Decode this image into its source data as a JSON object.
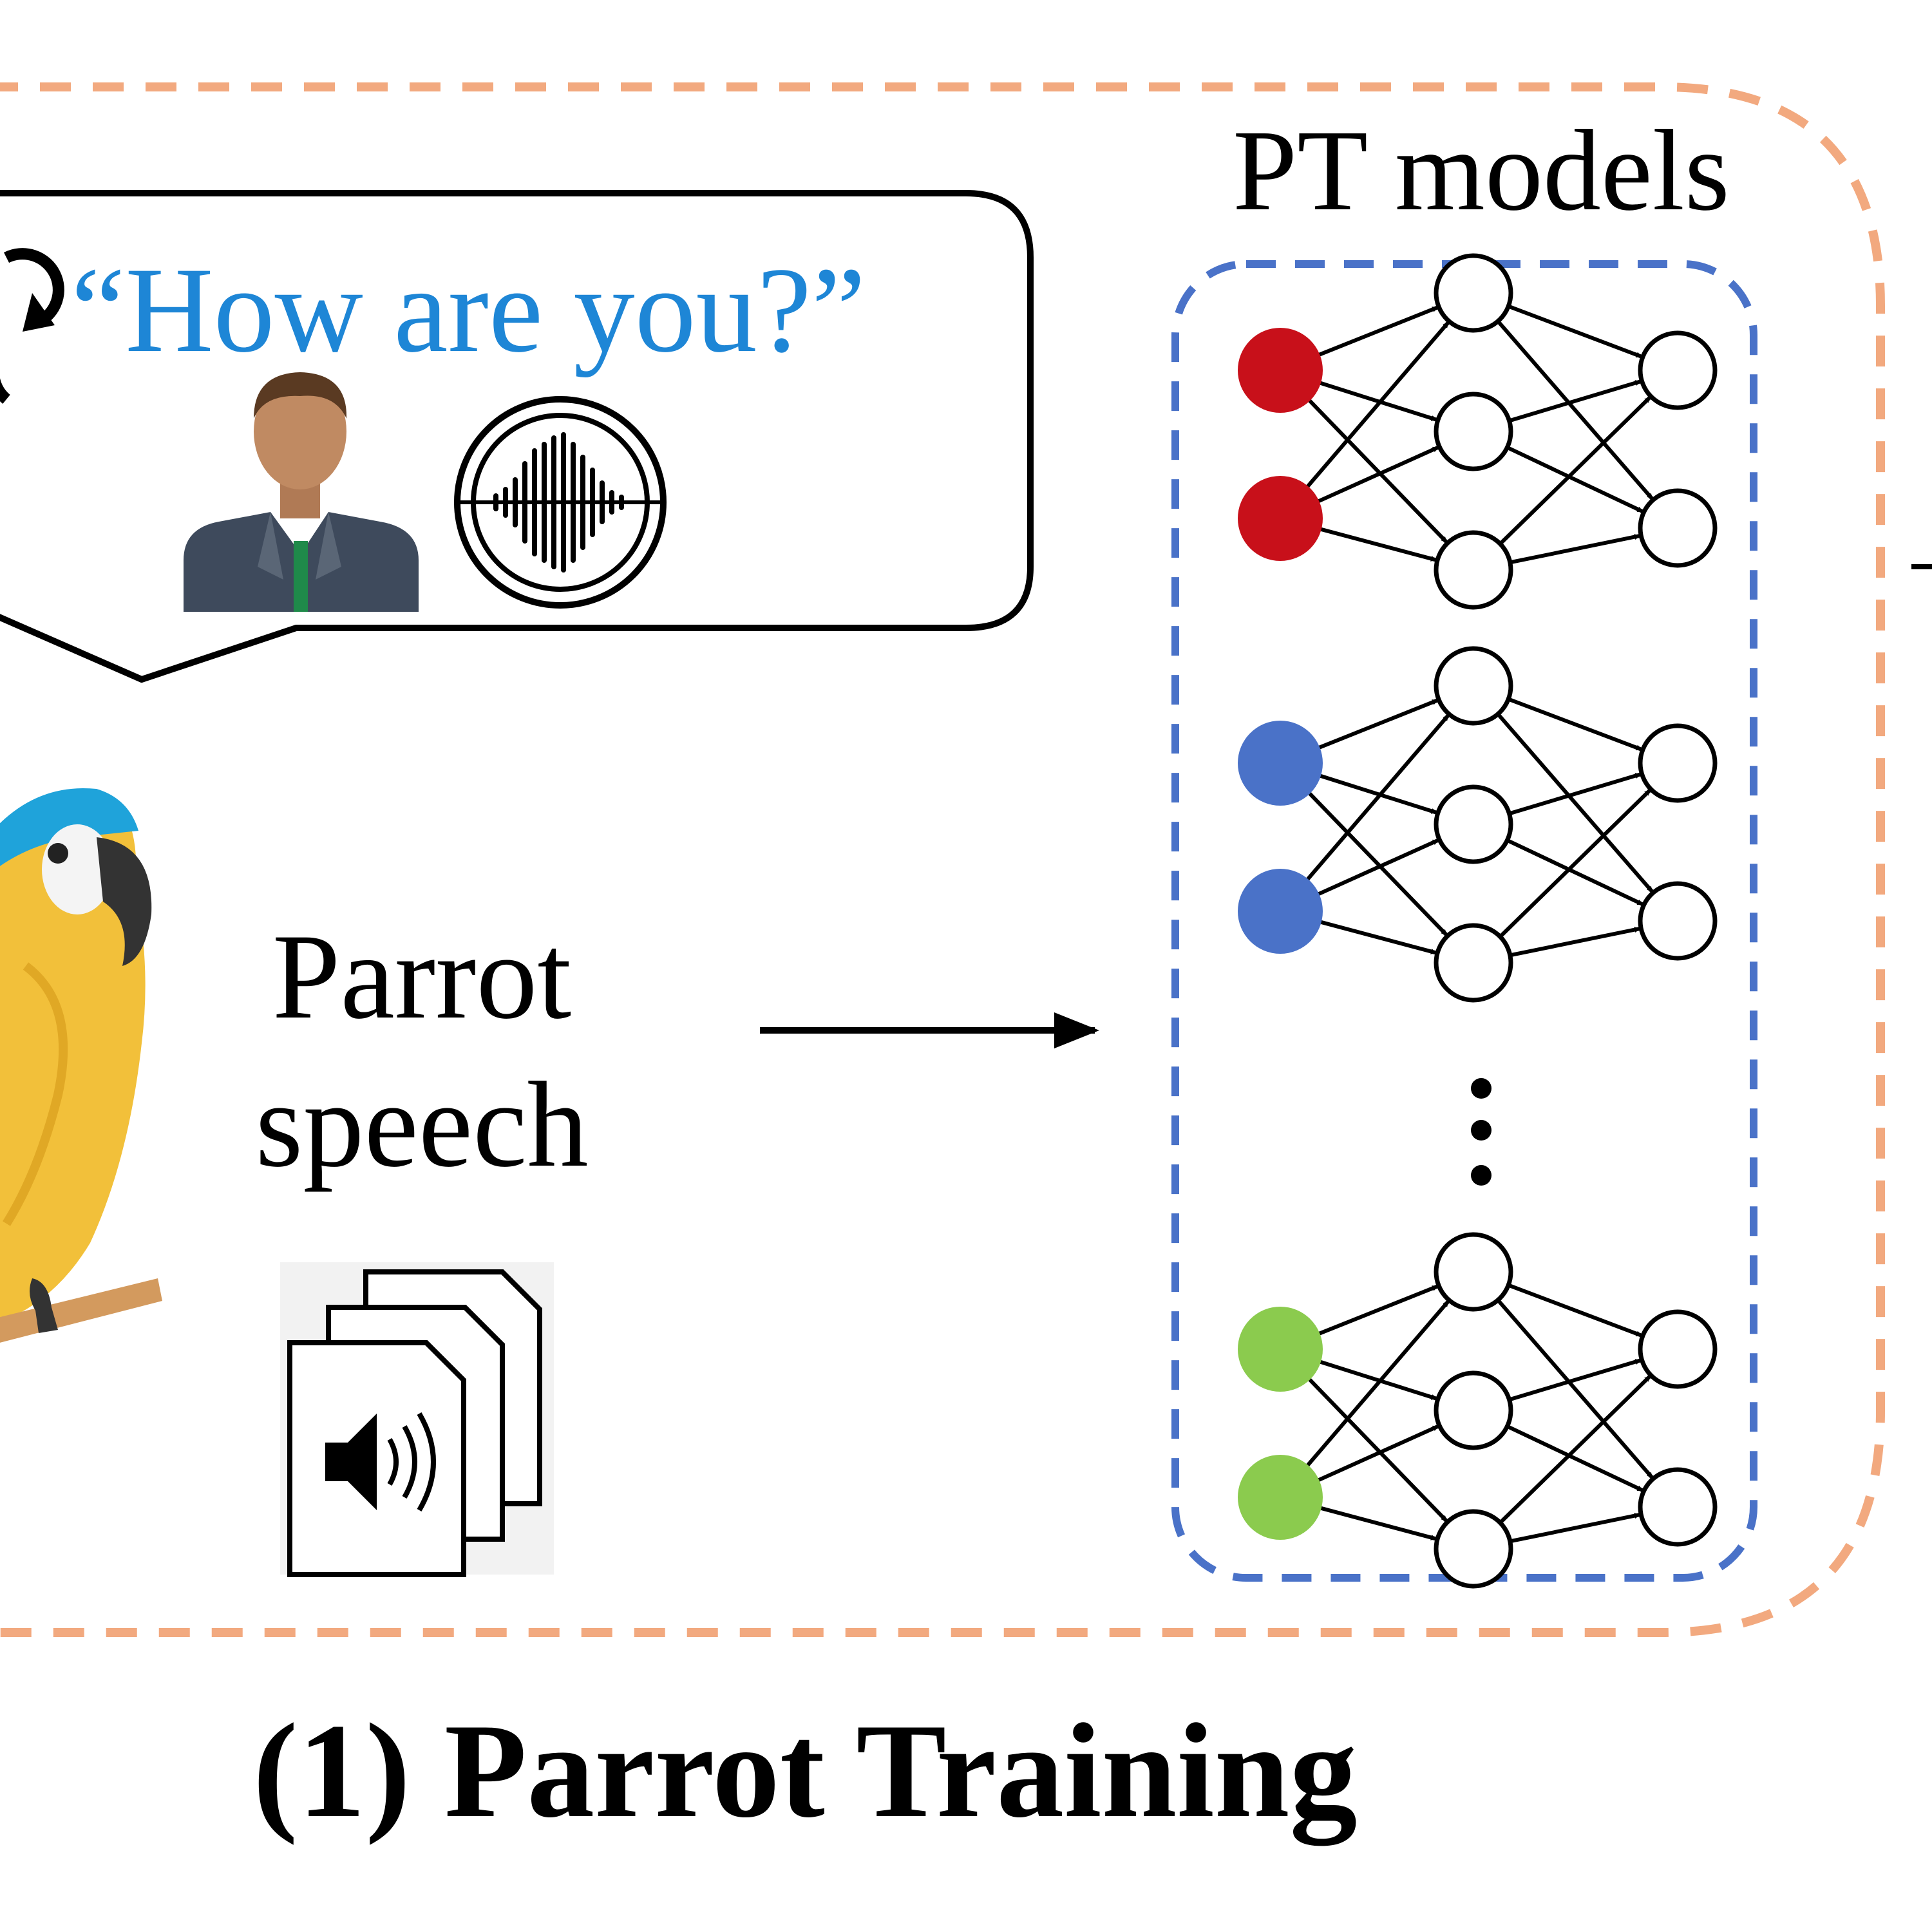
{
  "speech_bubble": {
    "quote": "“How are you?”"
  },
  "parrot_label": {
    "line1": "Parrot",
    "line2": "speech"
  },
  "pt_models": {
    "title": "PT models",
    "ellipsis": "⋮"
  },
  "caption": "(1) Parrot Training",
  "colors": {
    "orange_dash": "#F2A97F",
    "blue_dash": "#4A72C8",
    "quote_blue": "#1E86D6",
    "red_node": "#C8101A",
    "blue_node": "#4A72C8",
    "green_node": "#8BCB4E"
  },
  "icons": [
    "refresh-icon",
    "person-icon",
    "sound-wave-icon",
    "parrot-icon",
    "audio-files-icon"
  ]
}
